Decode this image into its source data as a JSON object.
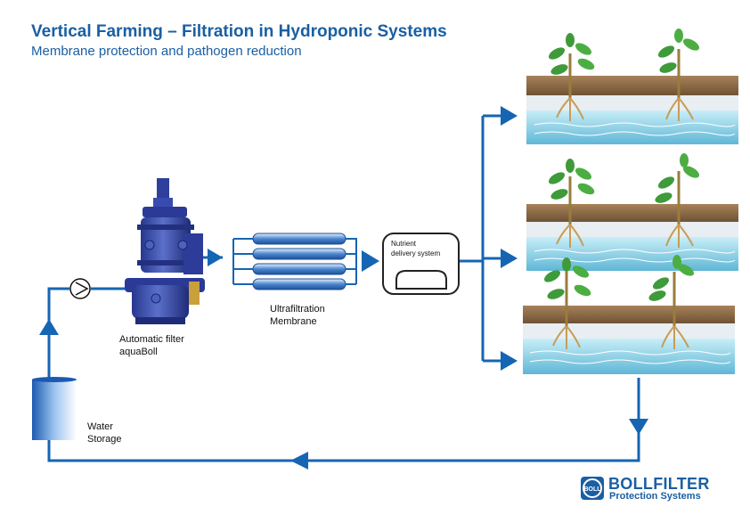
{
  "header": {
    "title": "Vertical Farming – Filtration in Hydroponic Systems",
    "subtitle": "Membrane protection and pathogen reduction"
  },
  "components": {
    "filter_label_1": "Automatic filter",
    "filter_label_2": "aquaBoll",
    "membrane_label_1": "Ultrafiltration",
    "membrane_label_2": "Membrane",
    "nutrient_label_1": "Nutrient",
    "nutrient_label_2": "delivery system",
    "storage_label_1": "Water",
    "storage_label_2": "Storage"
  },
  "logo": {
    "brand": "BOLLFILTER",
    "tagline": "Protection Systems",
    "mark": "BOLL"
  },
  "colors": {
    "pipe": "#1565b3",
    "brand": "#1a5fa3",
    "water": "#8fd3e8",
    "soil": "#8b6a45",
    "leaf": "#3f9a3a"
  }
}
